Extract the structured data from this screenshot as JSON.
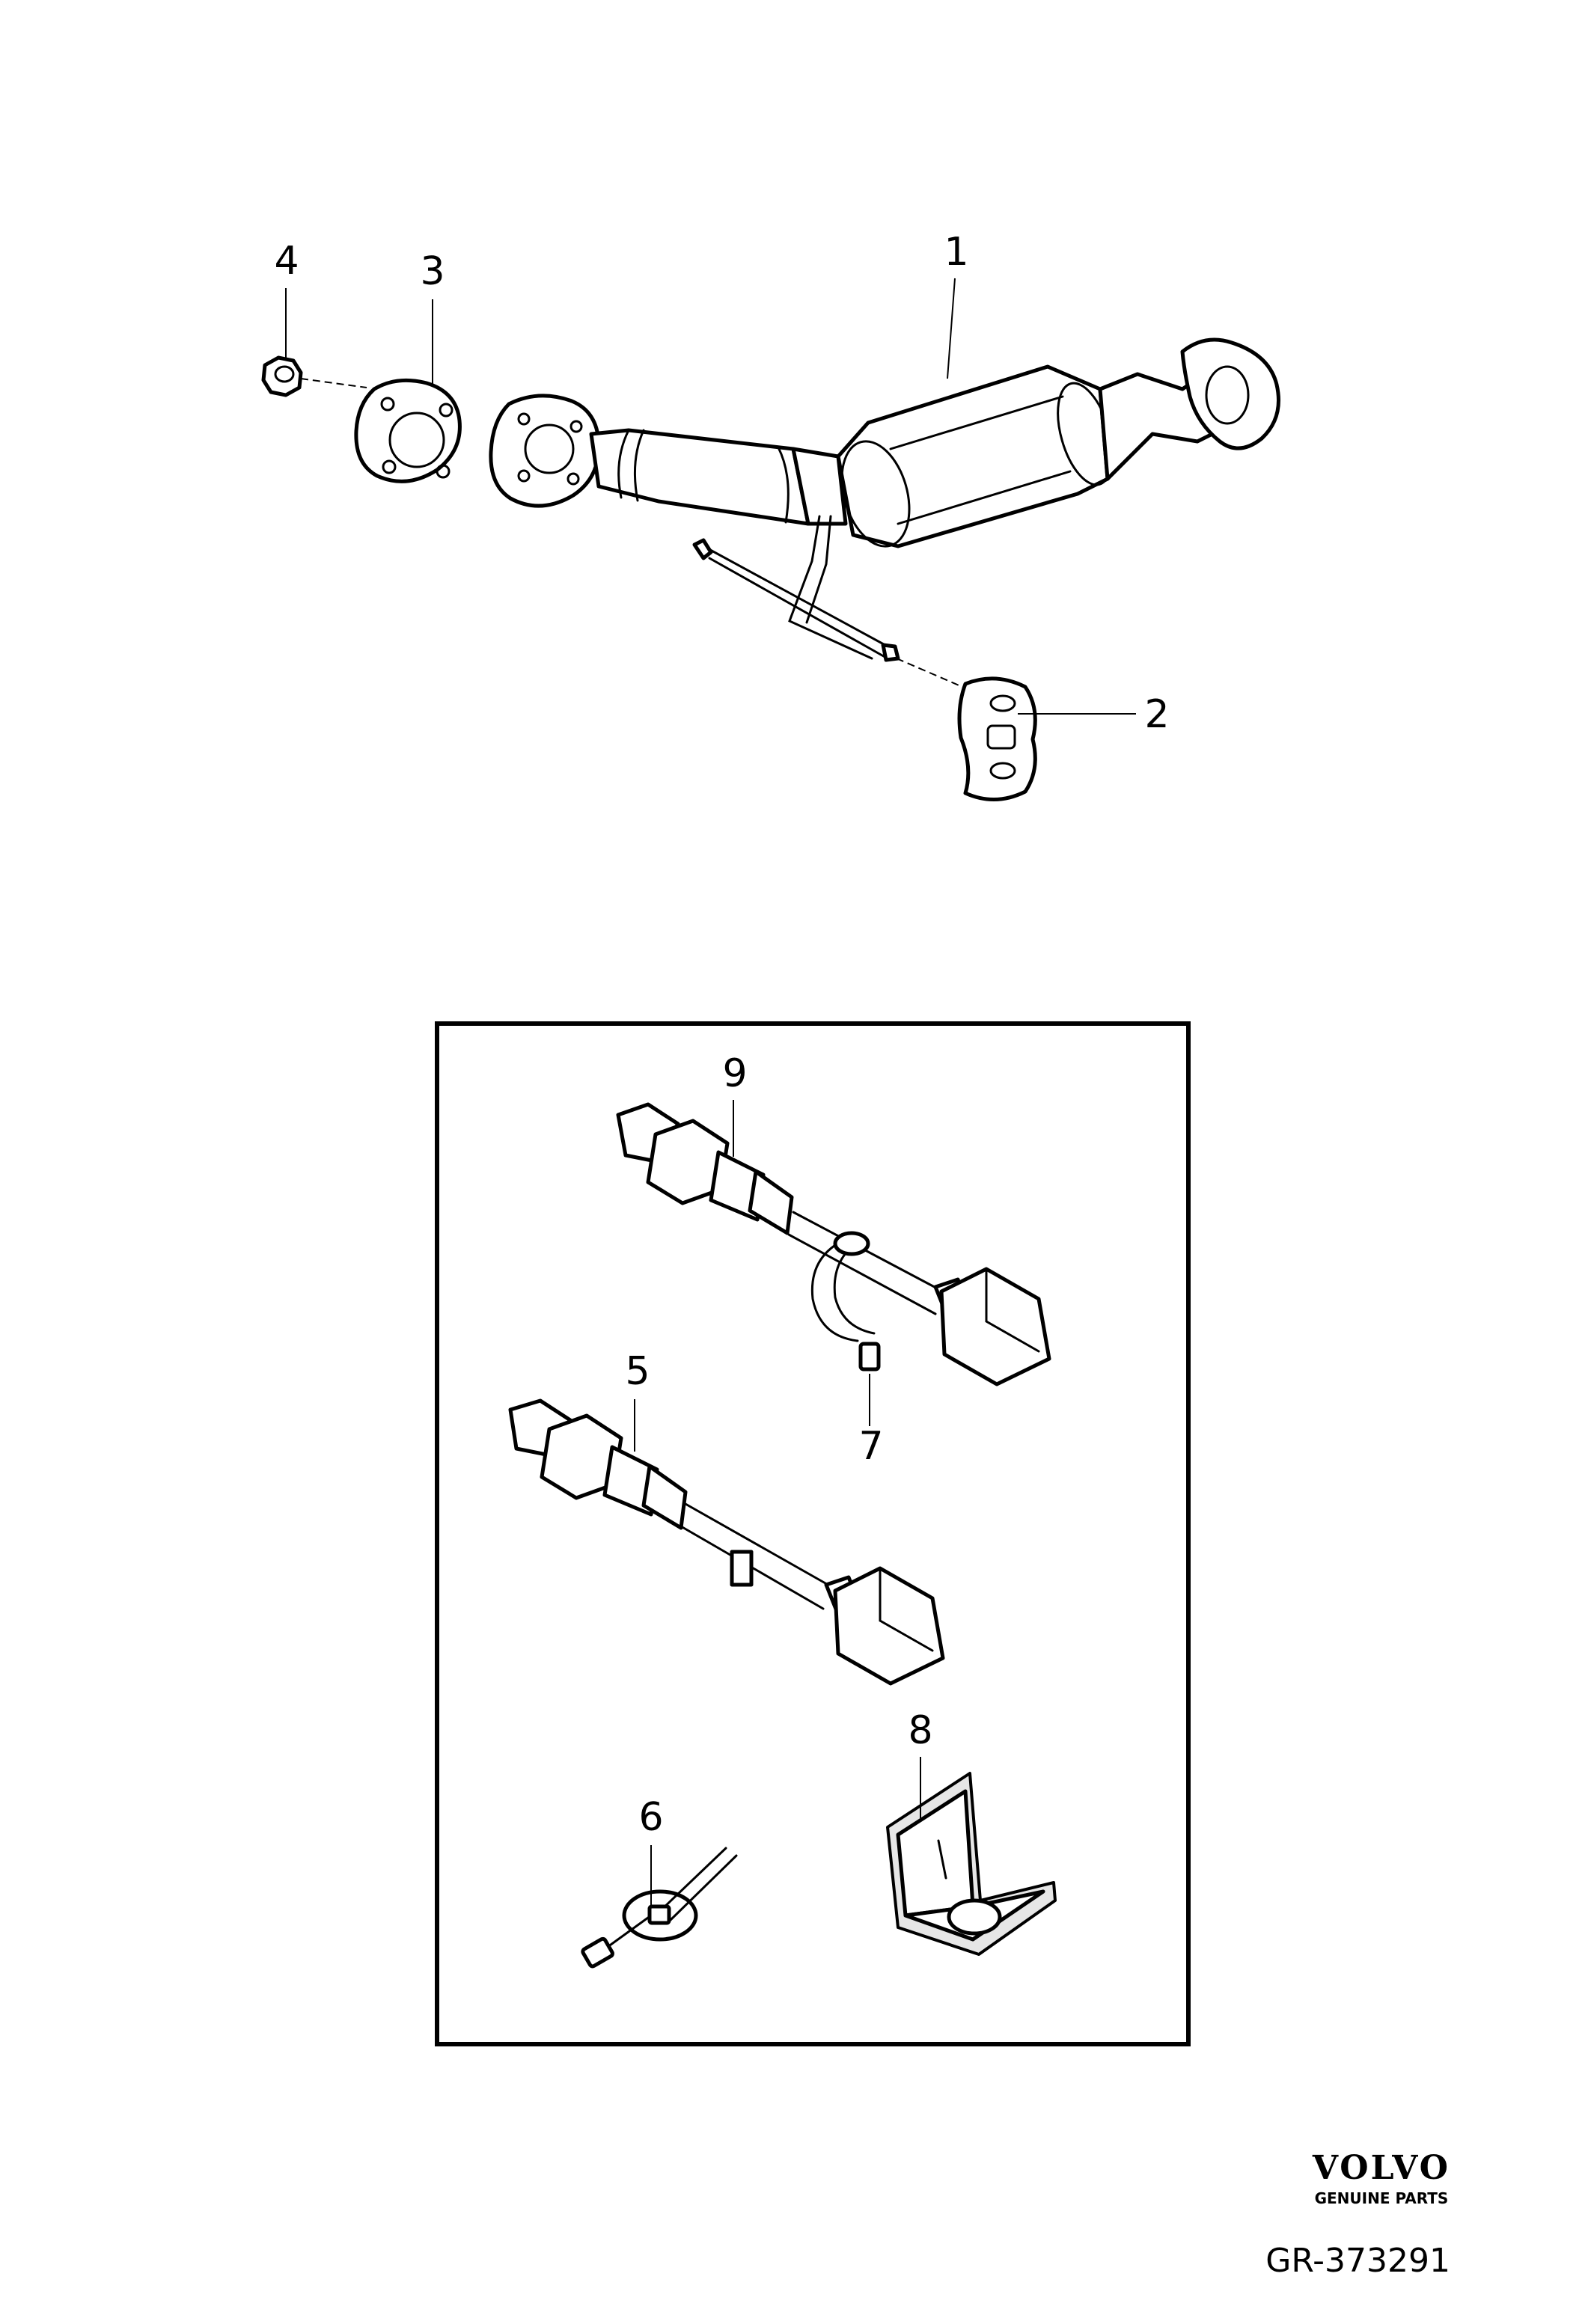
{
  "callouts": {
    "c1": "1",
    "c2": "2",
    "c3": "3",
    "c4": "4",
    "c5": "5",
    "c6": "6",
    "c7": "7",
    "c8": "8",
    "c9": "9"
  },
  "brand": {
    "name": "VOLVO",
    "tagline": "GENUINE PARTS"
  },
  "drawing_number": "GR-373291"
}
